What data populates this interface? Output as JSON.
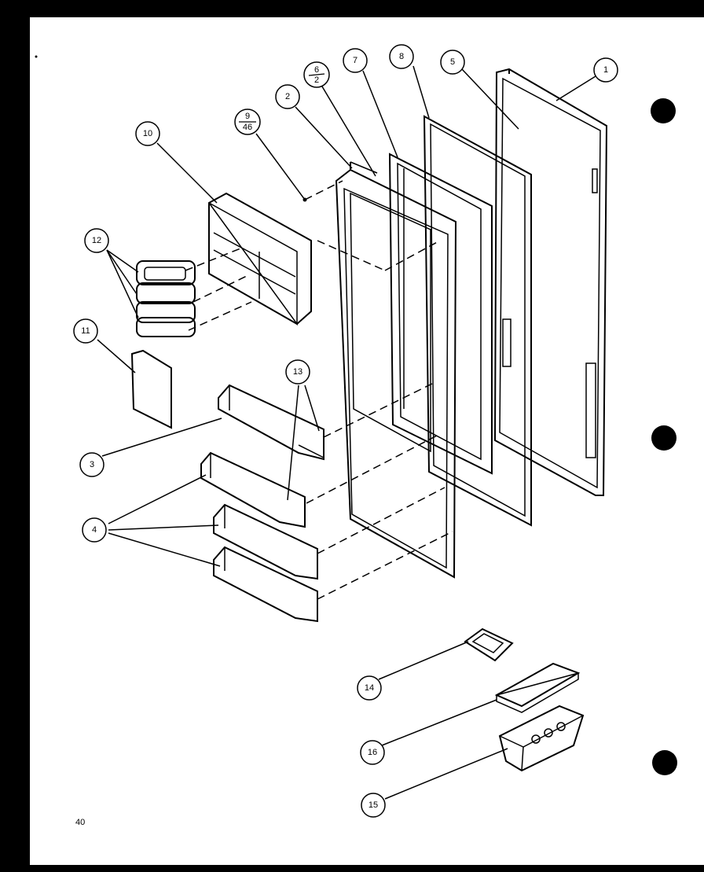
{
  "page_number": "40",
  "callouts": {
    "c1": "1",
    "c2": "2",
    "c3": "3",
    "c4": "4",
    "c5": "5",
    "c6_top": "6",
    "c6_bottom": "2",
    "c7": "7",
    "c8": "8",
    "c9_top": "9",
    "c9_bottom": "46",
    "c10": "10",
    "c11": "11",
    "c12": "12",
    "c13": "13",
    "c14": "14",
    "c15": "15",
    "c16": "16"
  },
  "colors": {
    "ink": "#000000",
    "paper": "#ffffff",
    "border": "#000000"
  }
}
